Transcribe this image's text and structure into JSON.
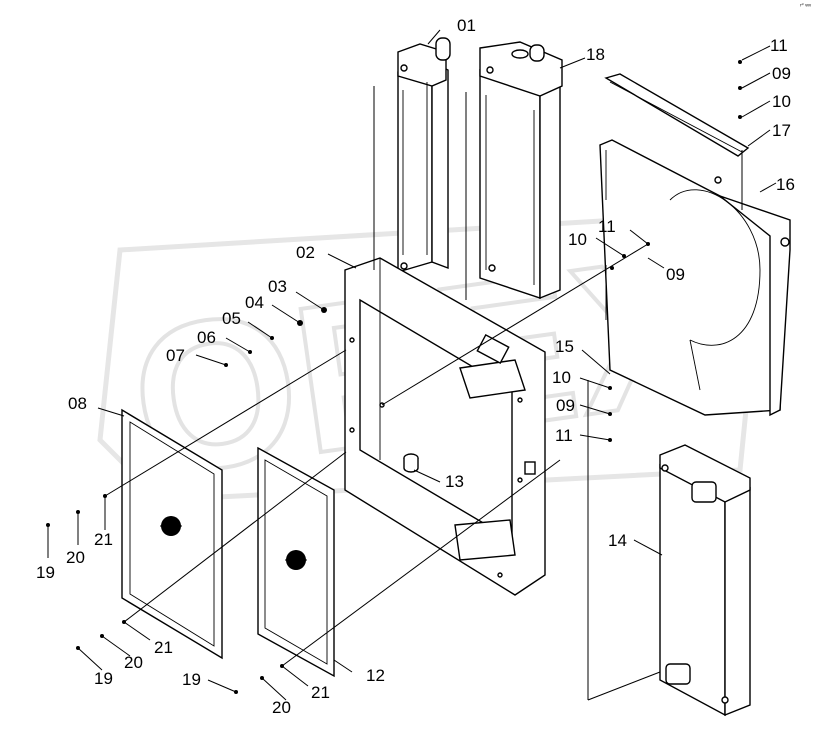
{
  "watermark": "OPEX",
  "corner_mark": "ʳ″ ᵛᵛᵛ",
  "callouts": {
    "c01": "01",
    "c02": "02",
    "c03": "03",
    "c04": "04",
    "c05": "05",
    "c06": "06",
    "c07": "07",
    "c08": "08",
    "c09a": "09",
    "c09b": "09",
    "c09c": "09",
    "c10a": "10",
    "c10b": "10",
    "c10c": "10",
    "c11a": "11",
    "c11b": "11",
    "c11c": "11",
    "c12": "12",
    "c13": "13",
    "c14": "14",
    "c15": "15",
    "c16": "16",
    "c17": "17",
    "c18": "18",
    "c19a": "19",
    "c19b": "19",
    "c19c": "19",
    "c20a": "20",
    "c20b": "20",
    "c20c": "20",
    "c21a": "21",
    "c21b": "21",
    "c21c": "21"
  }
}
